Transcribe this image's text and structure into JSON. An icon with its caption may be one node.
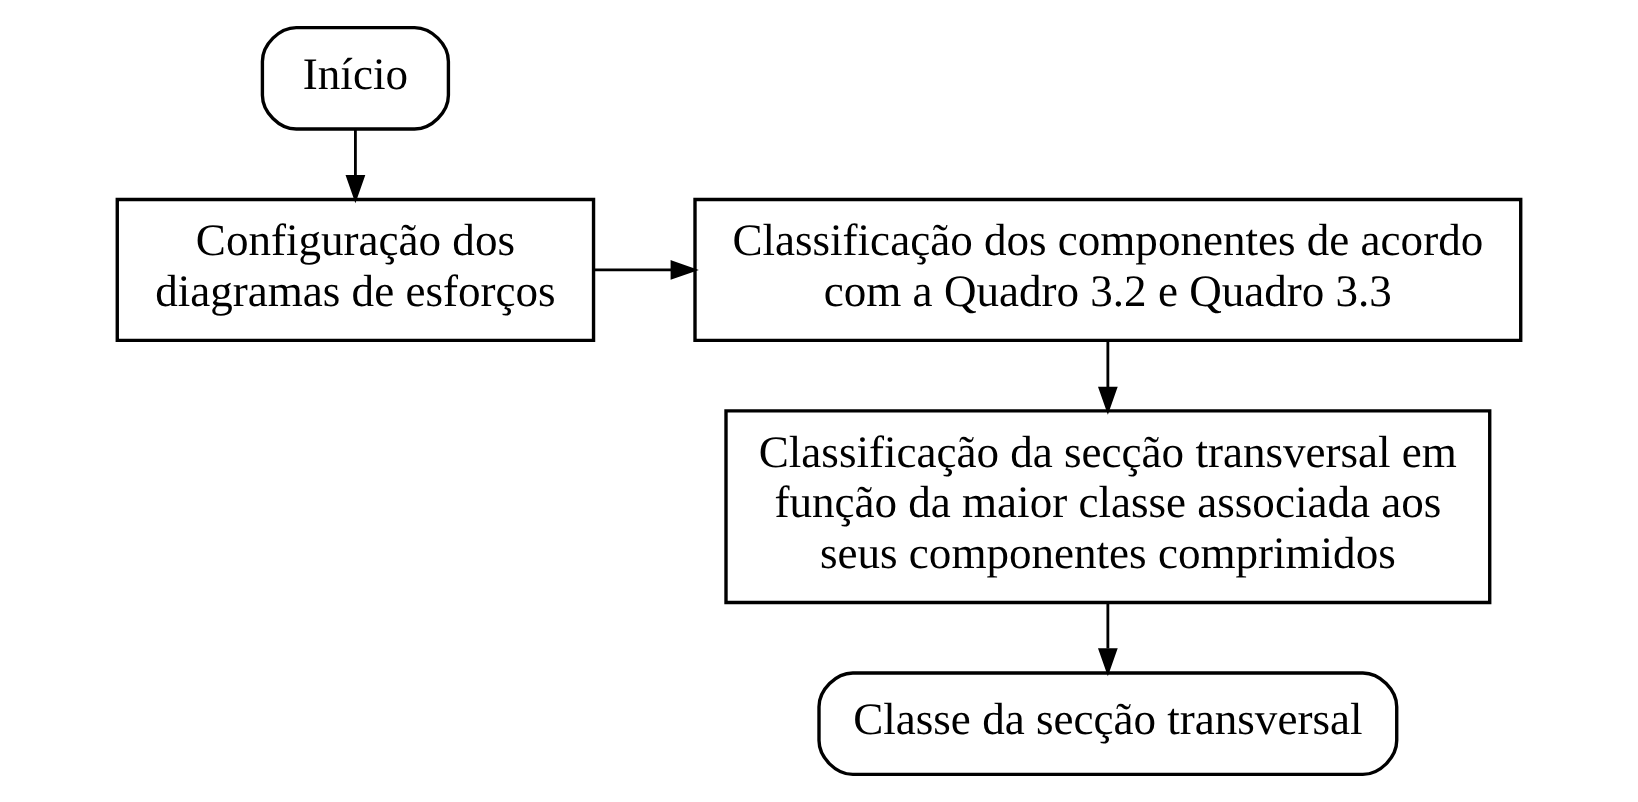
{
  "diagram": {
    "nodes": [
      {
        "text": [
          "Início"
        ]
      },
      {
        "text": [
          "Configuração dos diagramas de esforços"
        ]
      },
      {
        "text": [
          "Classificação dos componentes de acordo com a Quadro 3.2 e Quadro 3.3"
        ]
      },
      {
        "text": [
          "Classificação da secção transversal em função da maior classe associada aos seus componentes comprimidos"
        ]
      },
      {
        "text": [
          "Classe da secção transversal"
        ]
      }
    ],
    "edges": [
      {
        "from": 0,
        "to": 1,
        "arrow": "to"
      },
      {
        "from": 1,
        "to": 2,
        "arrow": "to"
      },
      {
        "from": 2,
        "to": 3,
        "arrow": "to"
      },
      {
        "from": 3,
        "to": 4,
        "arrow": "to"
      }
    ]
  }
}
